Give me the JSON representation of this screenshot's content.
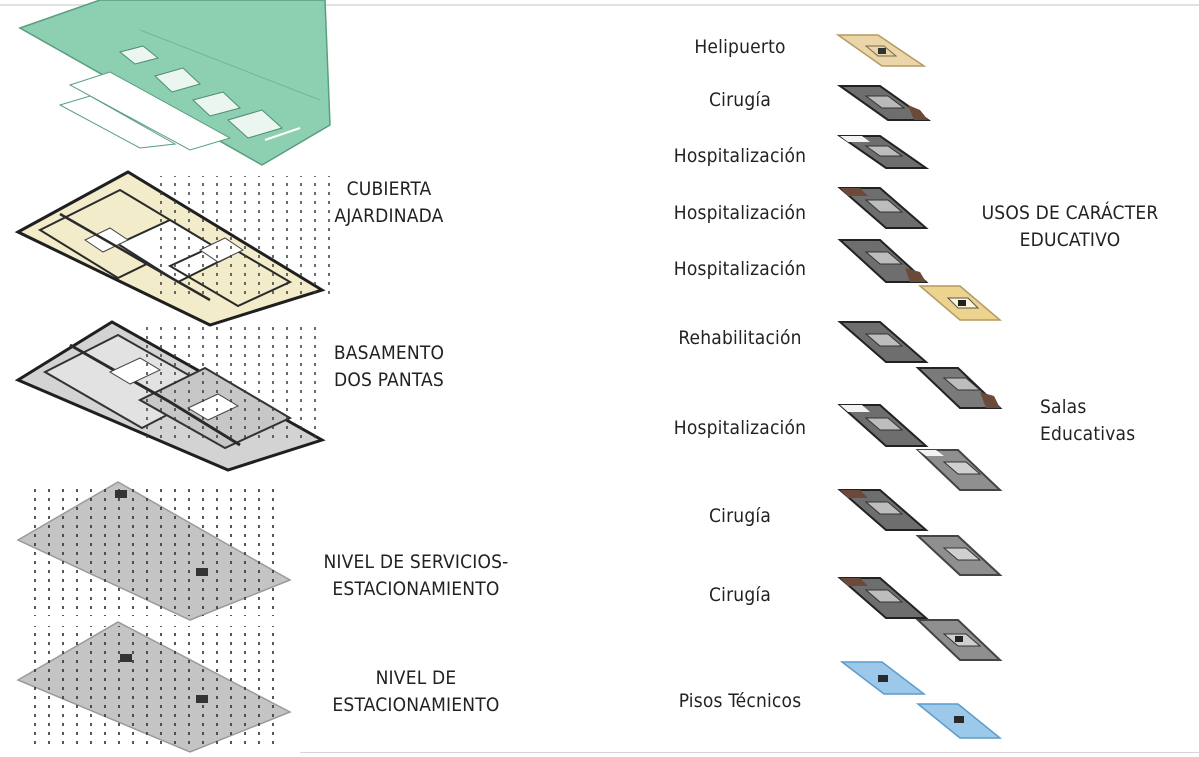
{
  "building_levels": [
    {
      "id": "roof",
      "label": "CUBIERTA\nAJARDINADA"
    },
    {
      "id": "basement",
      "label": "BASAMENTO\nDOS PANTAS"
    },
    {
      "id": "services",
      "label": "NIVEL DE SERVICIOS-\nESTACIONAMIENTO"
    },
    {
      "id": "parking",
      "label": "NIVEL DE\nESTACIONAMIENTO"
    }
  ],
  "uses_stack": [
    "Helipuerto",
    "Cirugía",
    "Hospitalización",
    "Hospitalización",
    "Hospitalización",
    "Rehabilitación",
    "Hospitalización",
    "Cirugía",
    "Cirugía",
    "Pisos Técnicos"
  ],
  "educational_uses_label": "USOS DE CARÁCTER\nEDUCATIVO",
  "educational_rooms_label": "Salas\nEducativas",
  "colors": {
    "green_roof": "#8dcfb1",
    "landscape_cream": "#f2eccb",
    "heliport": "#ead6a8",
    "module_dark": "#6e6e6e",
    "module_gray": "#8f8f8f",
    "brown_accent": "#6b4a3a",
    "technical_blue": "#9cc9ea",
    "parking_gray": "#c4c4c4"
  },
  "icons": [
    "isometric-floor-plate",
    "module-plate"
  ]
}
